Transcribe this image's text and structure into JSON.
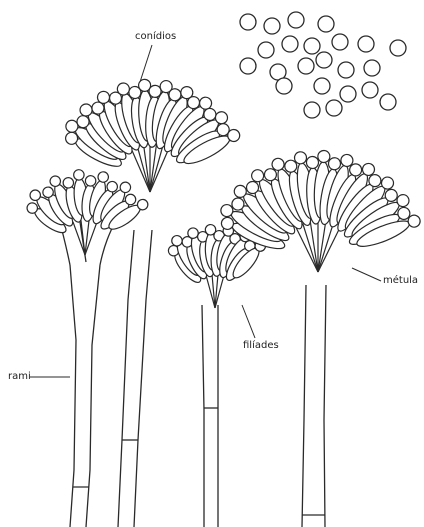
{
  "labels": {
    "conidios": "conídios",
    "metula": "métula",
    "filiades": "filíades",
    "rami": "rami"
  },
  "colors": {
    "stroke": "#2a2a2a",
    "background": "#ffffff"
  }
}
